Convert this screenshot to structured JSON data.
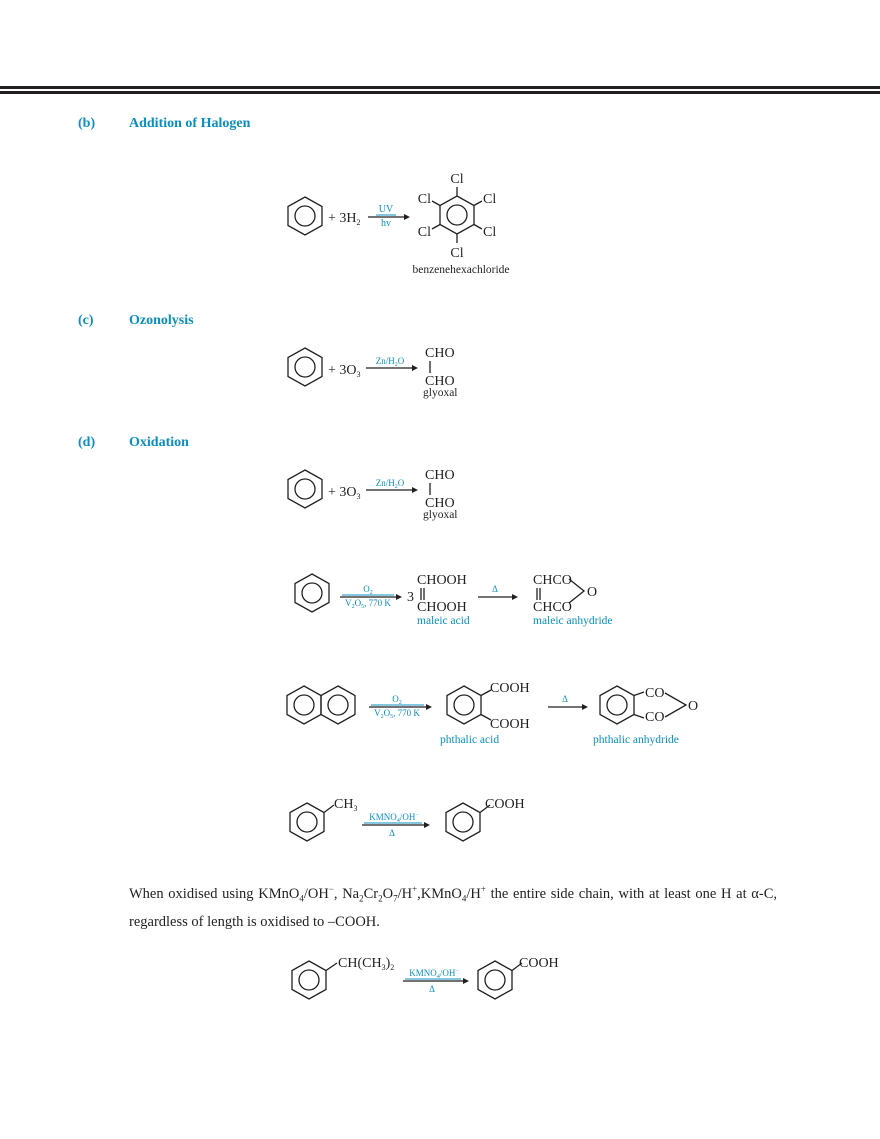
{
  "sections": [
    {
      "letter": "(b)",
      "title": "Addition of Halogen"
    },
    {
      "letter": "(c)",
      "title": "Ozonolysis"
    },
    {
      "letter": "(d)",
      "title": "Oxidation"
    }
  ],
  "reactions": {
    "halogen": {
      "reagent": "+ 3H",
      "reagent_sub": "2",
      "cond_top": "UV",
      "cond_bottom": "hv",
      "substituent": "Cl",
      "product_name": "benzenehexachloride"
    },
    "ozonolysis": {
      "reagent": "+ 3O",
      "reagent_sub": "3",
      "condition": "Zn/H",
      "condition_sub": "2",
      "condition_end": "O",
      "product_top": "CHO",
      "product_bottom": "CHO",
      "product_name": "glyoxal"
    },
    "maleic": {
      "cond_top": "O",
      "cond_top_sub": "2",
      "cond_bottom_a": "V",
      "cond_bottom_sub1": "2",
      "cond_bottom_b": "O",
      "cond_bottom_sub2": "5",
      "cond_bottom_c": ", 770 K",
      "coefficient": "3",
      "acid_top": "CHOOH",
      "acid_bottom": "CHOOH",
      "acid_name": "maleic acid",
      "heat": "Δ",
      "anhydride_top": "CHCO",
      "anhydride_bottom": "CHCO",
      "anhydride_o": "O",
      "anhydride_name": "maleic anhydride"
    },
    "phthalic": {
      "group_top": "COOH",
      "group_bottom": "COOH",
      "acid_name": "phthalic acid",
      "anhydride_top": "CO",
      "anhydride_bottom": "CO",
      "anhydride_o": "O",
      "anhydride_name": "phthalic anhydride"
    },
    "toluene": {
      "substituent": "CH",
      "substituent_sub": "3",
      "cond_top_a": "KMNO",
      "cond_top_sub": "4",
      "cond_top_b": "/OH",
      "cond_top_sup": "−",
      "cond_bottom": "Δ",
      "product_group": "COOH"
    },
    "cumene": {
      "substituent_a": "CH(CH",
      "substituent_sub1": "3",
      "substituent_b": ")",
      "substituent_sub2": "2",
      "product_group": "COOH"
    }
  },
  "paragraph": {
    "t1": "When oxidised using KMnO",
    "s1": "4",
    "t2": "/OH",
    "p1": "−",
    "t3": ", Na",
    "s2": "2",
    "t4": "Cr",
    "s3": "2",
    "t5": "O",
    "s4": "7",
    "t6": "/H",
    "p2": "+",
    "t7": ",KMnO",
    "s5": "4",
    "t8": "/H",
    "p3": "+",
    "t9": " the entire side chain, with at least one H at α-C, regardless of length is oxidised to –COOH."
  }
}
